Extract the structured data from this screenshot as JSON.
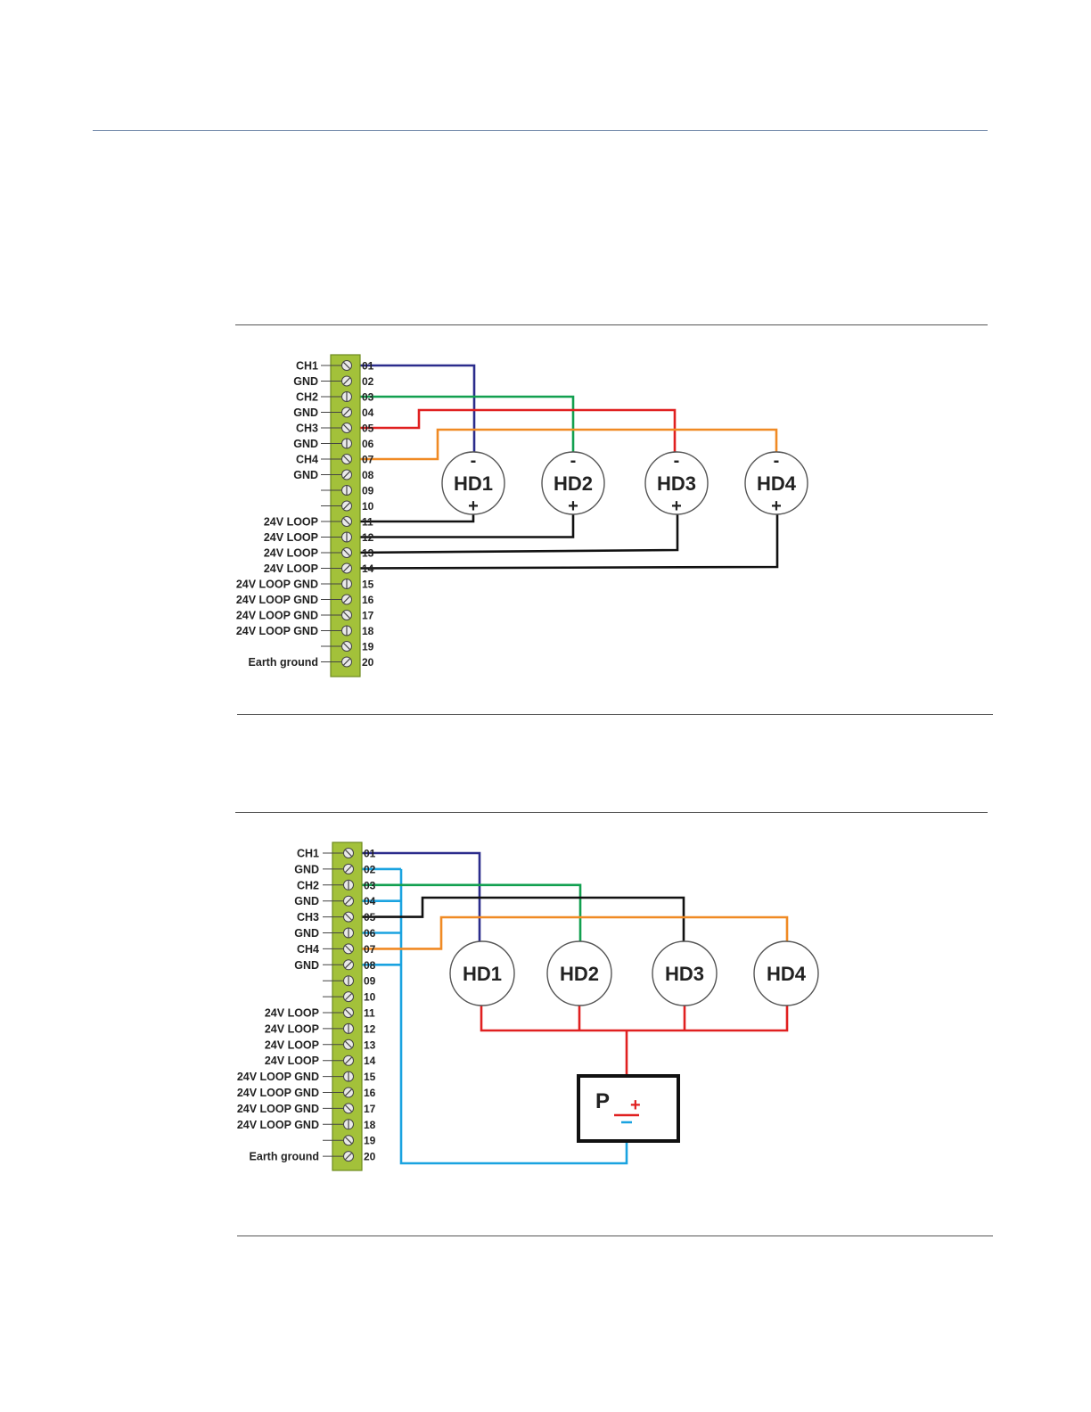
{
  "colors": {
    "ch1": "#2b2c8c",
    "ch2": "#12a050",
    "ch3": "#e02020",
    "ch4": "#f08a24",
    "loop": "#111111",
    "gnd": "#1aa3e0",
    "supply": "#e02020",
    "terminal_block": "#a3c13a"
  },
  "icons": [
    "screw-terminal-icon",
    "power-supply-icon"
  ],
  "diagram1": {
    "terminals": [
      {
        "label": "CH1",
        "pin": "01"
      },
      {
        "label": "GND",
        "pin": "02"
      },
      {
        "label": "CH2",
        "pin": "03"
      },
      {
        "label": "GND",
        "pin": "04"
      },
      {
        "label": "CH3",
        "pin": "05"
      },
      {
        "label": "GND",
        "pin": "06"
      },
      {
        "label": "CH4",
        "pin": "07"
      },
      {
        "label": "GND",
        "pin": "08"
      },
      {
        "label": "",
        "pin": "09"
      },
      {
        "label": "",
        "pin": "10"
      },
      {
        "label": "24V LOOP",
        "pin": "11"
      },
      {
        "label": "24V LOOP",
        "pin": "12"
      },
      {
        "label": "24V LOOP",
        "pin": "13"
      },
      {
        "label": "24V LOOP",
        "pin": "14"
      },
      {
        "label": "24V LOOP GND",
        "pin": "15"
      },
      {
        "label": "24V LOOP GND",
        "pin": "16"
      },
      {
        "label": "24V LOOP GND",
        "pin": "17"
      },
      {
        "label": "24V LOOP GND",
        "pin": "18"
      },
      {
        "label": "",
        "pin": "19"
      },
      {
        "label": "Earth ground",
        "pin": "20"
      }
    ],
    "devices": [
      {
        "label": "HD1",
        "minus": "-",
        "plus": "+"
      },
      {
        "label": "HD2",
        "minus": "-",
        "plus": "+"
      },
      {
        "label": "HD3",
        "minus": "-",
        "plus": "+"
      },
      {
        "label": "HD4",
        "minus": "-",
        "plus": "+"
      }
    ]
  },
  "diagram2": {
    "terminals": [
      {
        "label": "CH1",
        "pin": "01"
      },
      {
        "label": "GND",
        "pin": "02"
      },
      {
        "label": "CH2",
        "pin": "03"
      },
      {
        "label": "GND",
        "pin": "04"
      },
      {
        "label": "CH3",
        "pin": "05"
      },
      {
        "label": "GND",
        "pin": "06"
      },
      {
        "label": "CH4",
        "pin": "07"
      },
      {
        "label": "GND",
        "pin": "08"
      },
      {
        "label": "",
        "pin": "09"
      },
      {
        "label": "",
        "pin": "10"
      },
      {
        "label": "24V LOOP",
        "pin": "11"
      },
      {
        "label": "24V LOOP",
        "pin": "12"
      },
      {
        "label": "24V LOOP",
        "pin": "13"
      },
      {
        "label": "24V LOOP",
        "pin": "14"
      },
      {
        "label": "24V LOOP GND",
        "pin": "15"
      },
      {
        "label": "24V LOOP GND",
        "pin": "16"
      },
      {
        "label": "24V LOOP GND",
        "pin": "17"
      },
      {
        "label": "24V LOOP GND",
        "pin": "18"
      },
      {
        "label": "",
        "pin": "19"
      },
      {
        "label": "Earth ground",
        "pin": "20"
      }
    ],
    "devices": [
      {
        "label": "HD1"
      },
      {
        "label": "HD2"
      },
      {
        "label": "HD3"
      },
      {
        "label": "HD4"
      }
    ],
    "power_supply": {
      "label": "P",
      "plus": "+"
    }
  }
}
